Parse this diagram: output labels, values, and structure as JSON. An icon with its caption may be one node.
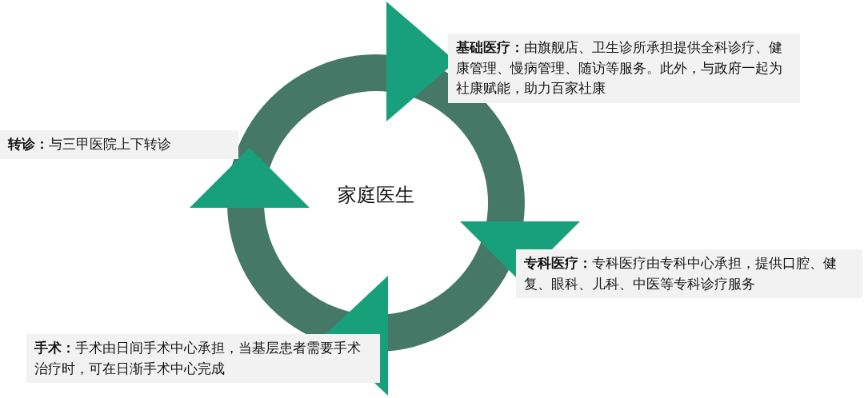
{
  "diagram": {
    "nodes": [
      {
        "text": [
          "家庭医生"
        ]
      },
      {
        "text": [
          "**基础医疗：**由旗舰店、卫生诊所承担提供全科诊疗、健康管理、慢病管理、随访等服务。此外，与政府一起为社康赋能，助力百家社康"
        ]
      },
      {
        "text": [
          "**专科医疗：**专科医疗由专科中心承担，提供口腔、健复、眼科、儿科、中医等专科诊疗服务"
        ]
      },
      {
        "text": [
          "**手术：**手术由日间手术中心承担，当基层患者需要手术治疗时，可在日渐手术中心完成"
        ]
      },
      {
        "text": [
          "**转诊：**与三甲医院上下转诊"
        ]
      }
    ],
    "edges": []
  }
}
